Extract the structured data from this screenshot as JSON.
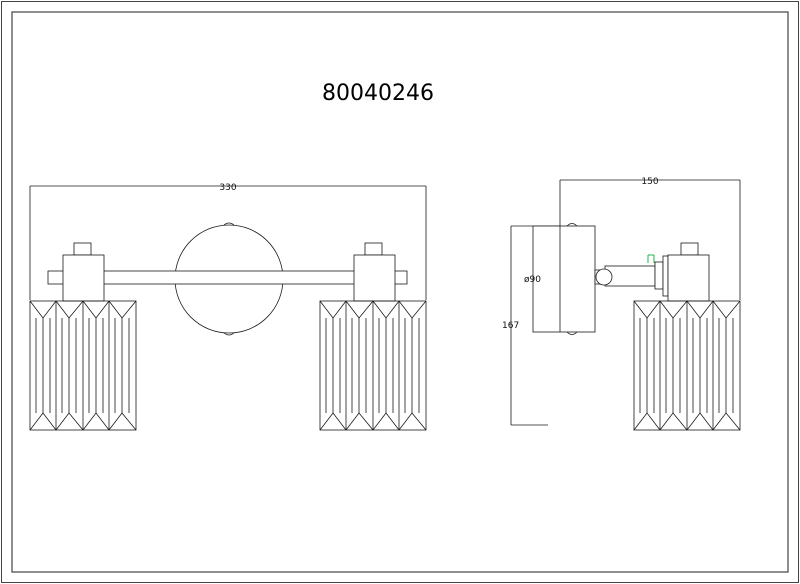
{
  "drawing": {
    "model_number": "80040246",
    "dimensions": {
      "overall_width": "330",
      "depth": "150",
      "base_diameter": "ø90",
      "height": "167"
    },
    "colors": {
      "line": "#1a1a1a",
      "frame": "#333333",
      "accent": "#22b14c"
    }
  }
}
